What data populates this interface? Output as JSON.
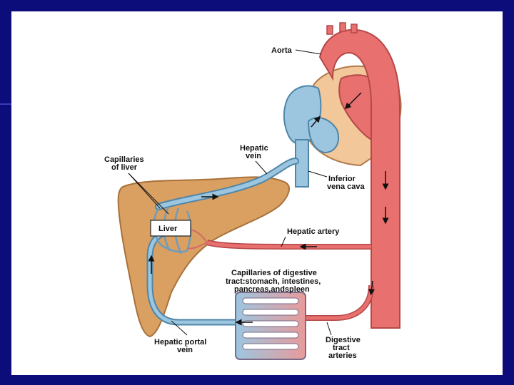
{
  "labels": {
    "aorta": "Aorta",
    "hepatic_vein_1": "Hepatic",
    "hepatic_vein_2": "vein",
    "capillaries_liver_1": "Capillaries",
    "capillaries_liver_2": "of liver",
    "inferior_vena_cava_1": "Inferior",
    "inferior_vena_cava_2": "vena cava",
    "liver": "Liver",
    "hepatic_artery": "Hepatic artery",
    "cap_digestive_1": "Capillaries of digestive",
    "cap_digestive_2": "tract:stomach, intestines,",
    "cap_digestive_3": "pancreas,andspleen",
    "hepatic_portal_1": "Hepatic portal",
    "hepatic_portal_2": "vein",
    "digestive_arteries_1": "Digestive",
    "digestive_arteries_2": "tract",
    "digestive_arteries_3": "arteries"
  },
  "colors": {
    "background": "#0c0c7a",
    "artery": "#e8706e",
    "artery_dark": "#b44848",
    "vein": "#9cc6e0",
    "vein_dark": "#4f86a8",
    "liver": "#d9a062",
    "liver_dark": "#a8713a",
    "heart_muscle": "#f2c79a"
  }
}
